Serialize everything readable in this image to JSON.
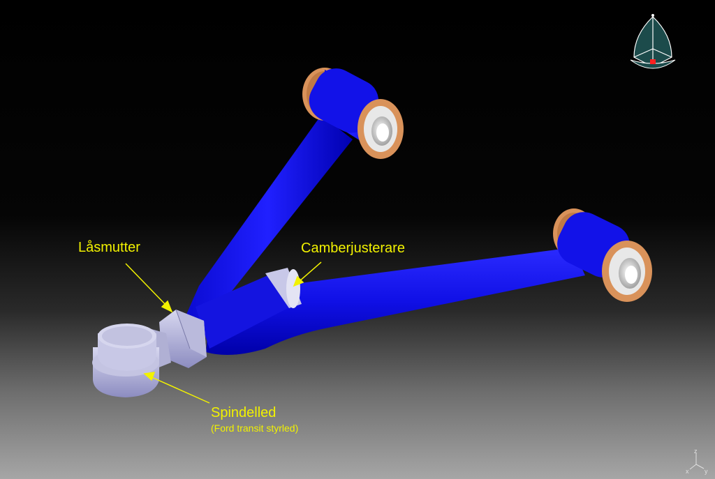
{
  "colors": {
    "arm": "#1010e6",
    "bushing": "#d9925a",
    "steel": "#a9a9d6",
    "annotation": "#f2f200"
  },
  "annotations": {
    "lock_nut": "Låsmutter",
    "camber_adjuster": "Camberjusterare",
    "ball_joint": "Spindelled",
    "ball_joint_note": "(Ford transit styrled)"
  },
  "axes": {
    "x": "x",
    "y": "y",
    "z": "z"
  }
}
